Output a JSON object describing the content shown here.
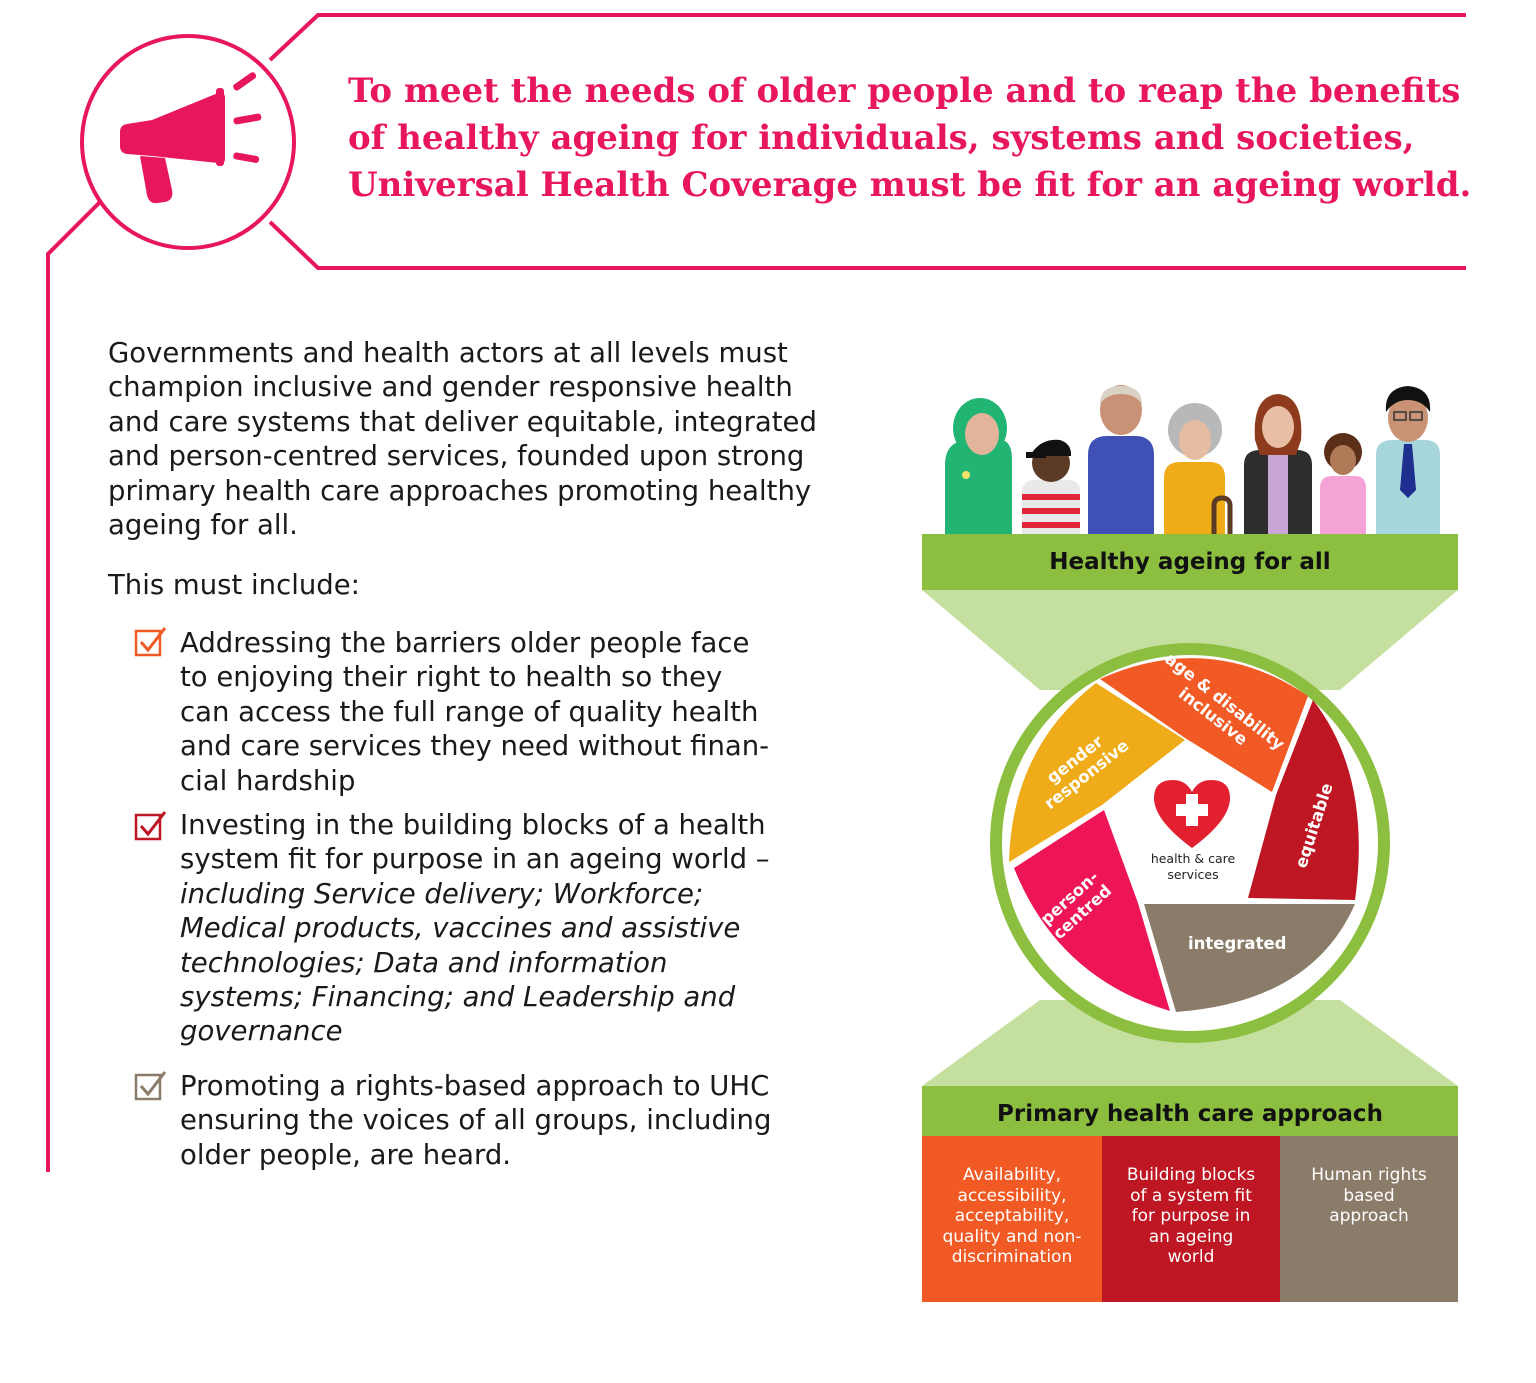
{
  "headline": {
    "lines": [
      "To meet the needs of older people and to reap the benefits",
      "of healthy ageing for individuals, systems and societies,",
      "Universal Health Coverage must be fit for an ageing world."
    ]
  },
  "intro": {
    "lines": [
      "Governments and health actors at all levels must",
      "champion inclusive and gender responsive health",
      "and care systems that deliver equitable, integrated",
      "and person-centred services, founded upon strong",
      "primary health care approaches promoting healthy",
      "ageing for all."
    ]
  },
  "must_include": "This must include:",
  "items": [
    {
      "check_color": "#f15a24",
      "lines": [
        "Addressing the barriers older people face",
        "to enjoying their right to health so they",
        "can access the full range of quality health",
        "and care services they need without finan-",
        "cial hardship"
      ]
    },
    {
      "check_color": "#be1622",
      "lines": [
        "Investing in the building blocks of a health",
        "system fit for purpose in an ageing world –"
      ],
      "italic_lines": [
        "including Service delivery; Workforce;",
        "Medical products, vaccines and assistive",
        "technologies; Data and information",
        "systems; Financing; and Leadership and",
        "governance"
      ]
    },
    {
      "check_color": "#8b7b69",
      "lines": [
        "Promoting a rights-based approach to UHC",
        "ensuring the voices of all groups, including",
        "older people, are heard."
      ]
    }
  ],
  "diagram": {
    "top_bar": "Healthy ageing for all",
    "bottom_bar": "Primary health care approach",
    "center": [
      "health & care",
      "services"
    ],
    "segments": {
      "age_disability": [
        "age & disability",
        "inclusive"
      ],
      "gender": [
        "gender",
        "responsive"
      ],
      "equitable": "equitable",
      "person": [
        "person-",
        "centred"
      ],
      "integrated": "integrated"
    },
    "cells": [
      {
        "lines": [
          "Availability,",
          "accessibility,",
          "acceptability,",
          "quality and non-",
          "discrimination"
        ],
        "color": "#f15a24"
      },
      {
        "lines": [
          "Building blocks",
          "of a system fit",
          "for purpose in",
          "an ageing",
          "world"
        ],
        "color": "#be1622"
      },
      {
        "lines": [
          "Human rights",
          "based",
          "approach"
        ],
        "color": "#8b7b69"
      }
    ]
  },
  "colors": {
    "accent": "#e8175d",
    "green": "#8cbf3f",
    "light_green": "#c5df9f",
    "orange": "#f15a24",
    "yellow": "#f0ac18",
    "red": "#be1622",
    "pink": "#ed1556",
    "taupe": "#8b7b69"
  },
  "icons": [
    "megaphone-icon",
    "checkbox-icon",
    "heart-cross-icon",
    "people-illustration"
  ]
}
